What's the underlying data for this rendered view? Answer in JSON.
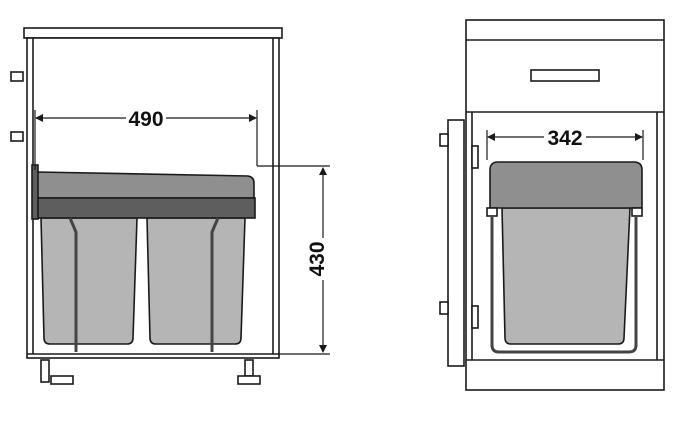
{
  "dimensions": {
    "width_label": "490",
    "height_label": "430",
    "depth_label": "342"
  },
  "colors": {
    "outline": "#1a1a1a",
    "bin_fill": "#b5b5b5",
    "lid_fill": "#8f8f8f",
    "frame_fill": "#5e5e5e",
    "cabinet_fill": "#ffffff",
    "rail": "#444444"
  }
}
